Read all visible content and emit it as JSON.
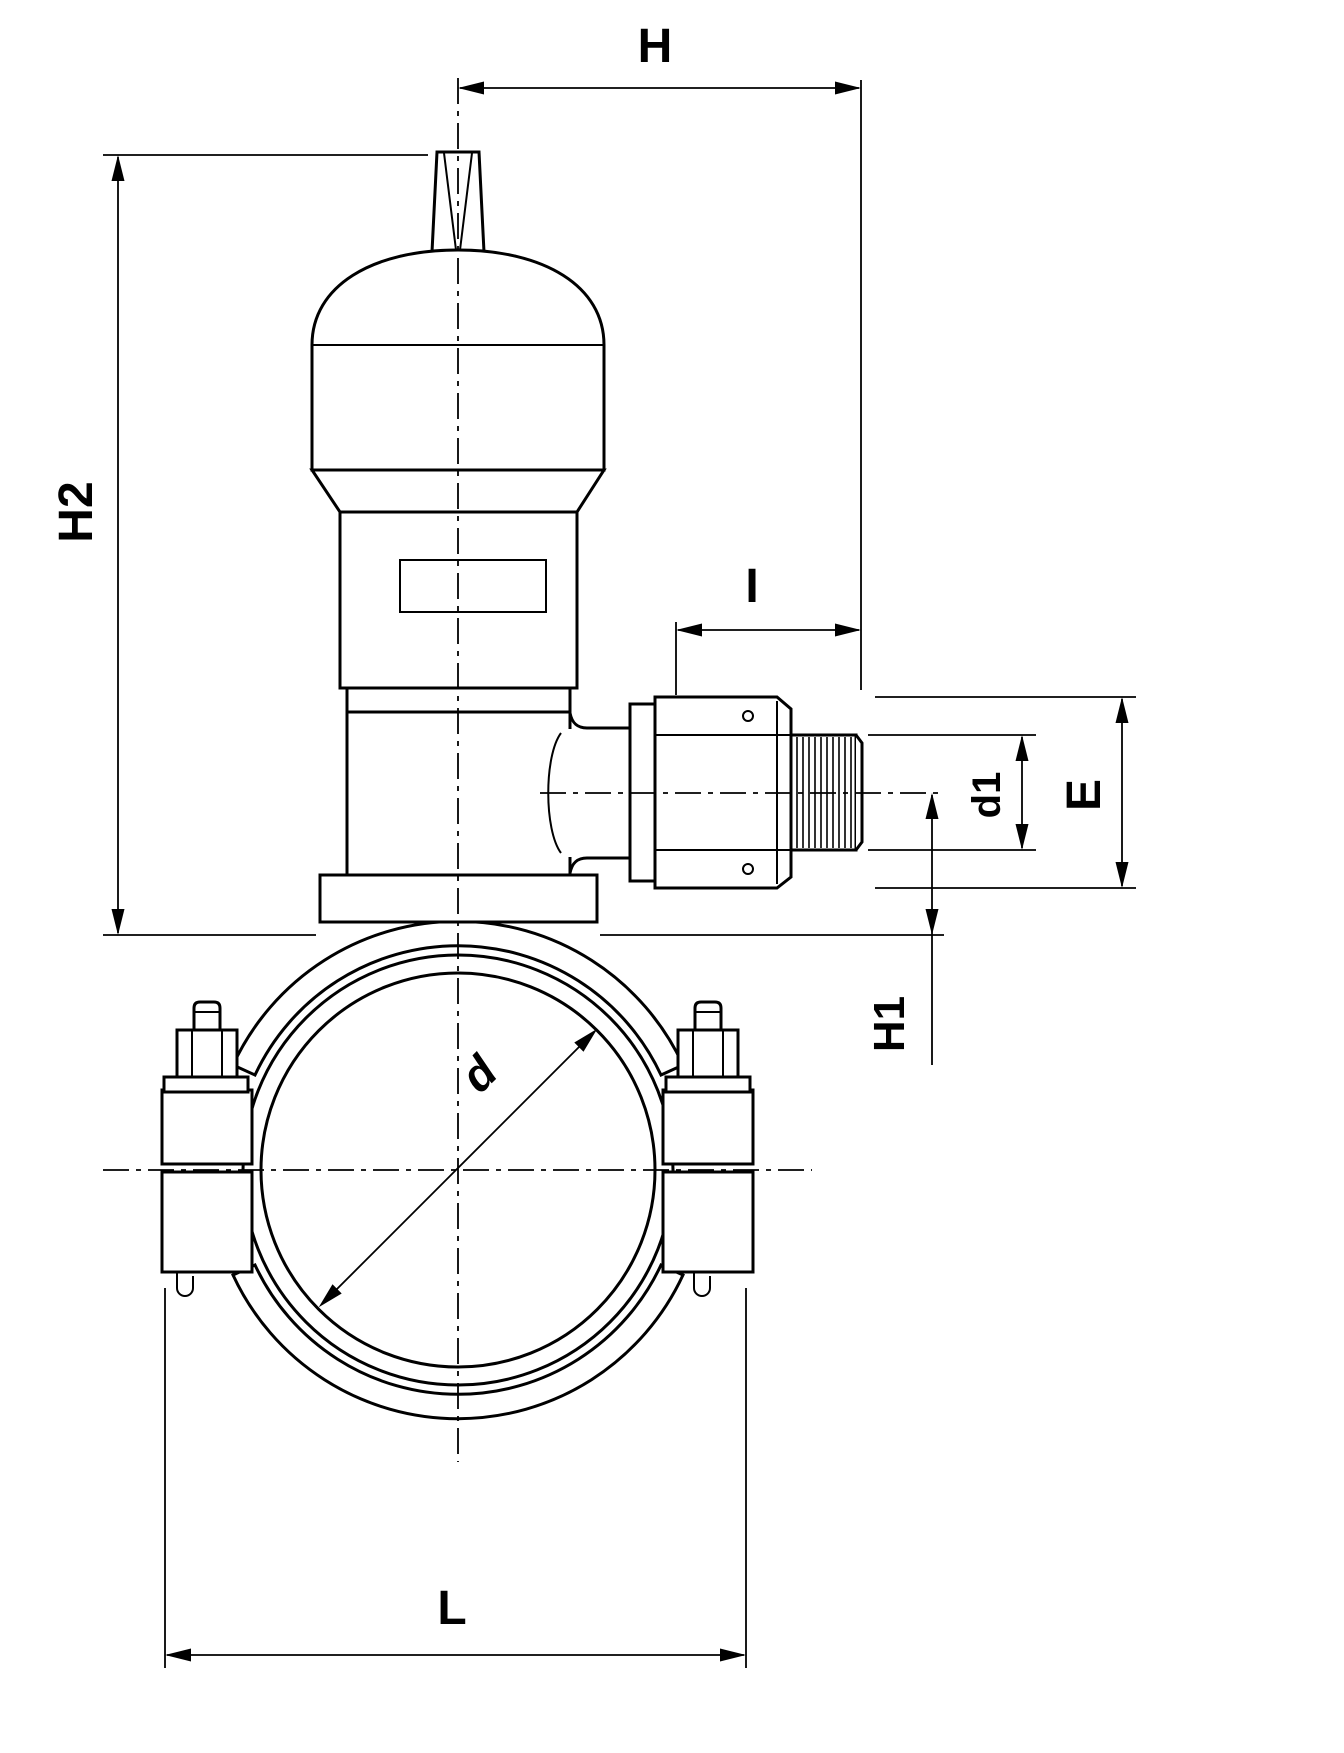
{
  "drawing": {
    "type": "engineering-dimension-drawing",
    "subject": "Tapping valve with electrofusion saddle clamp on pipe - front elevation",
    "background_color": "#ffffff",
    "line_color": "#000000",
    "dimension_labels": {
      "H": "H",
      "H2": "H2",
      "I": "I",
      "d1": "d1",
      "E": "E",
      "H1": "H1",
      "d": "d",
      "L": "L"
    }
  }
}
